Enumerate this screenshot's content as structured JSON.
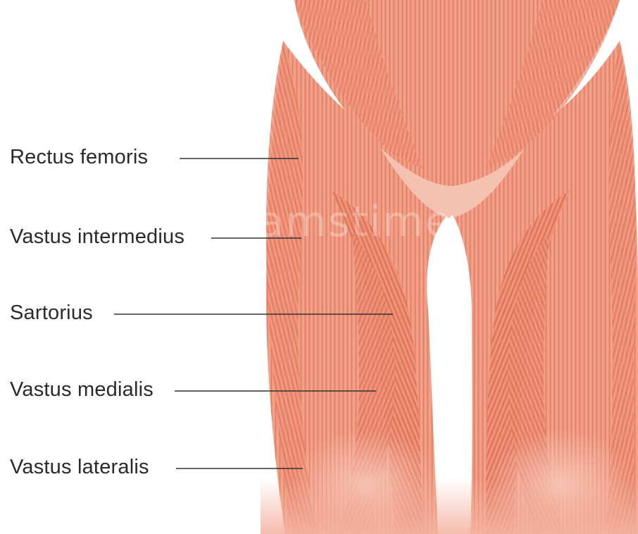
{
  "labels": {
    "rectus_femoris": "Rectus femoris",
    "vastus_intermedius": "Vastus intermedius",
    "sartorius": "Sartorius",
    "vastus_medialis": "Vastus medialis",
    "vastus_lateralis": "Vastus lateralis"
  },
  "watermark": "dreamstime",
  "colors": {
    "muscle_base": "#f0937a",
    "muscle_light": "#f6b8a6",
    "muscle_fiber": "#e0765c",
    "tendon": "#f5c2b2",
    "leader_line": "#333333",
    "text": "#2a2a2a"
  }
}
